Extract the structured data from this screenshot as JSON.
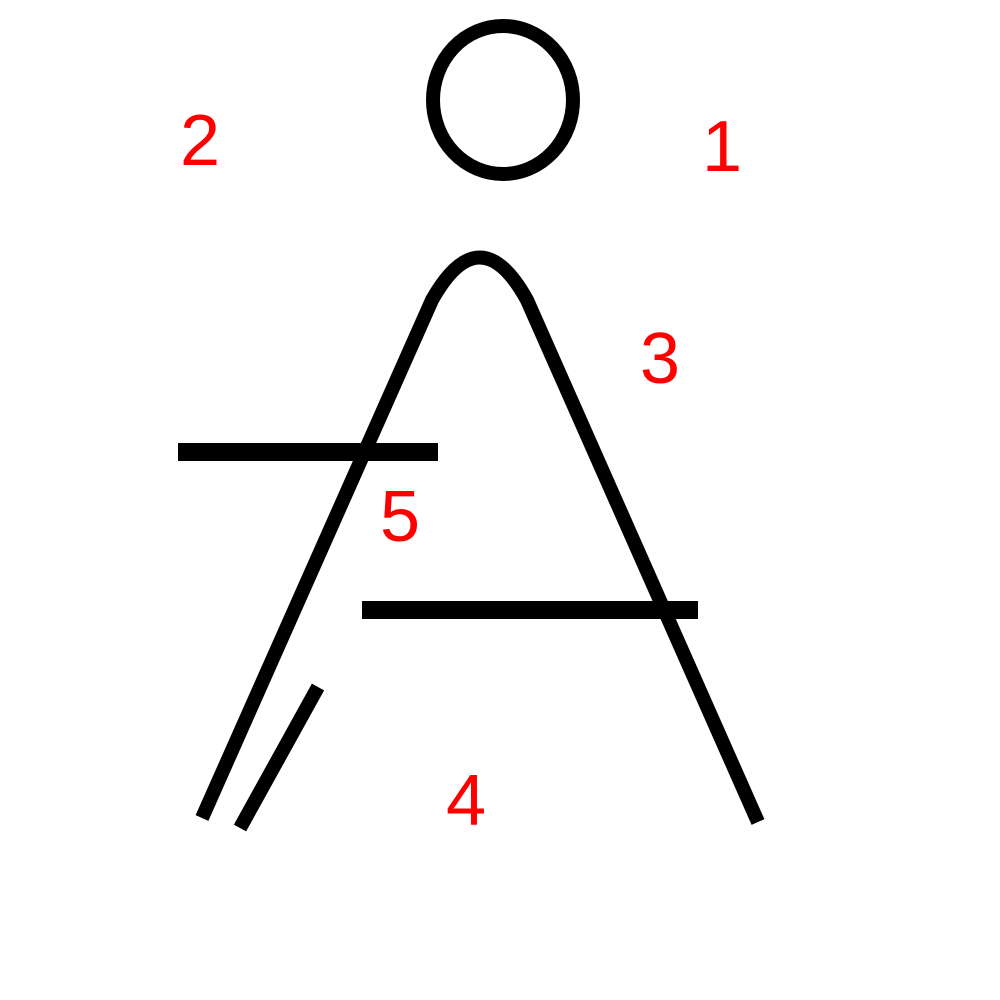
{
  "colors": {
    "stroke": "#000000",
    "label": "#ff0000",
    "background": "#ffffff"
  },
  "labels": {
    "one": "1",
    "two": "2",
    "three": "3",
    "four": "4",
    "five": "5"
  }
}
